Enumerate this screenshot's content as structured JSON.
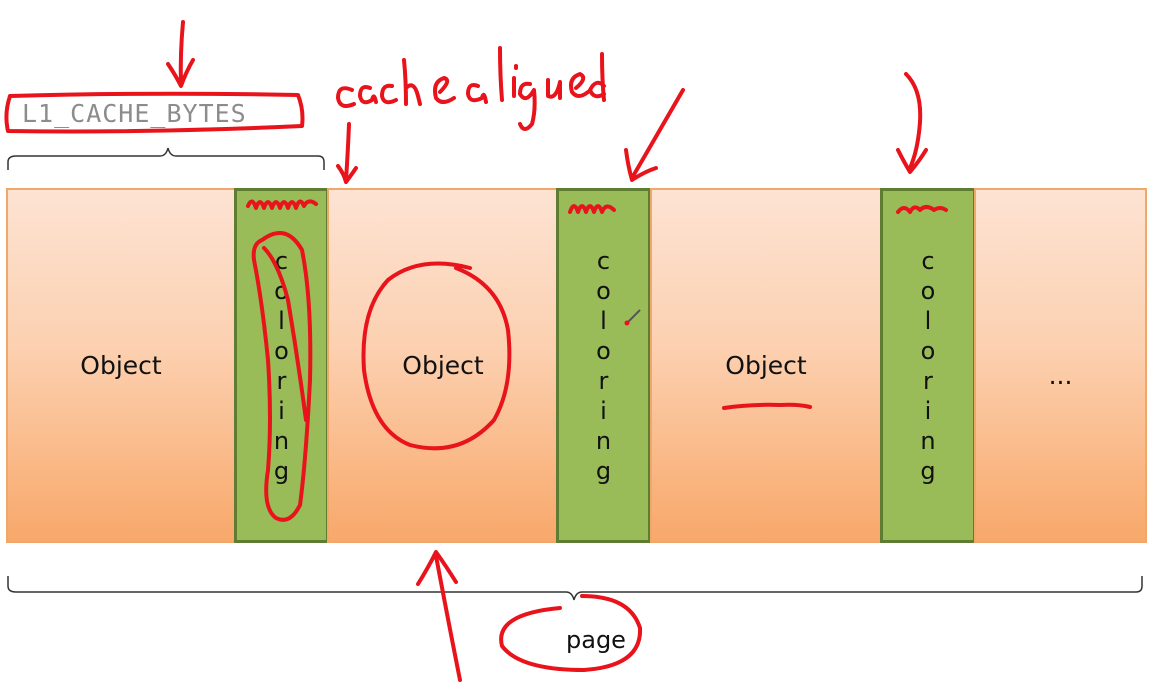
{
  "top_label": "L1_CACHE_BYTES",
  "blocks": [
    {
      "kind": "object",
      "label": "Object"
    },
    {
      "kind": "coloring",
      "label": "coloring"
    },
    {
      "kind": "object",
      "label": "Object"
    },
    {
      "kind": "coloring",
      "label": "coloring"
    },
    {
      "kind": "object",
      "label": "Object"
    },
    {
      "kind": "coloring",
      "label": "coloring"
    },
    {
      "kind": "ellipsis",
      "label": "..."
    }
  ],
  "bottom_label": "page",
  "annotations": {
    "handwritten_note": "cache aligned",
    "ink_color": "#e8131b"
  },
  "colors": {
    "object_fill_top": "#fde3d3",
    "object_fill_bottom": "#f8a86a",
    "coloring_fill": "#99bb58",
    "coloring_border": "#5e7c32"
  }
}
